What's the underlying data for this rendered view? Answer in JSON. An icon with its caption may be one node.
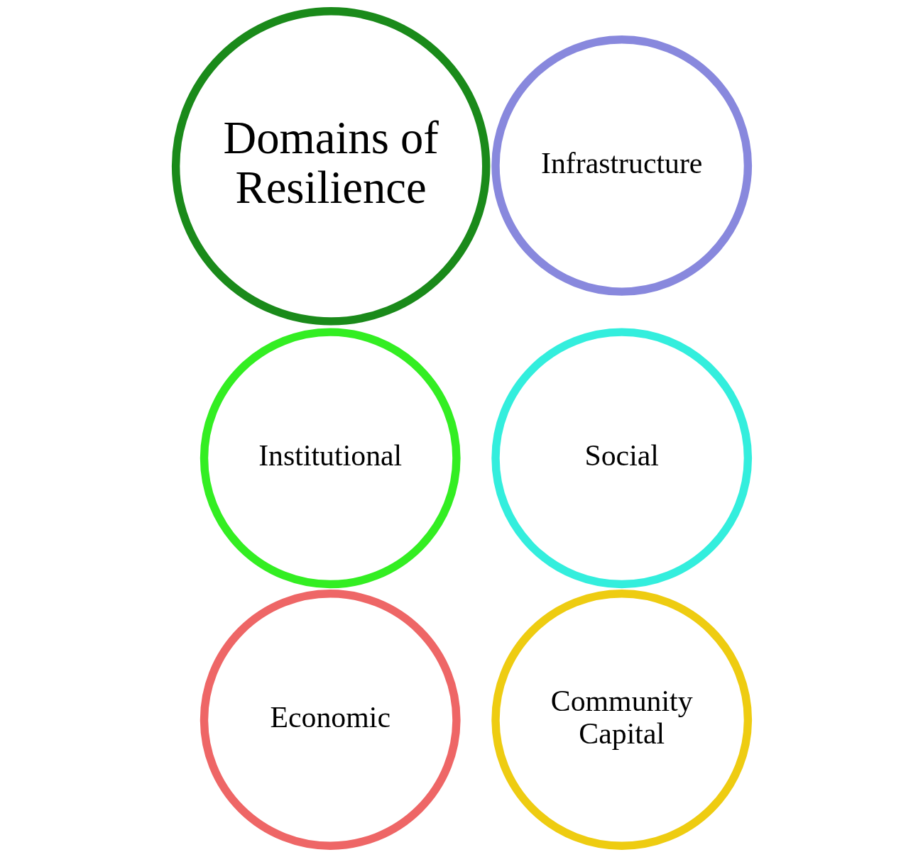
{
  "diagram": {
    "nodes": [
      {
        "text": [
          "Institutional"
        ]
      },
      {
        "text": [
          "Economic"
        ]
      },
      {
        "text": [
          "Infrastructure"
        ]
      },
      {
        "text": [
          "Domains of Resilience"
        ]
      },
      {
        "text": [
          "Social"
        ]
      },
      {
        "text": [
          "Community Capital"
        ]
      }
    ]
  }
}
